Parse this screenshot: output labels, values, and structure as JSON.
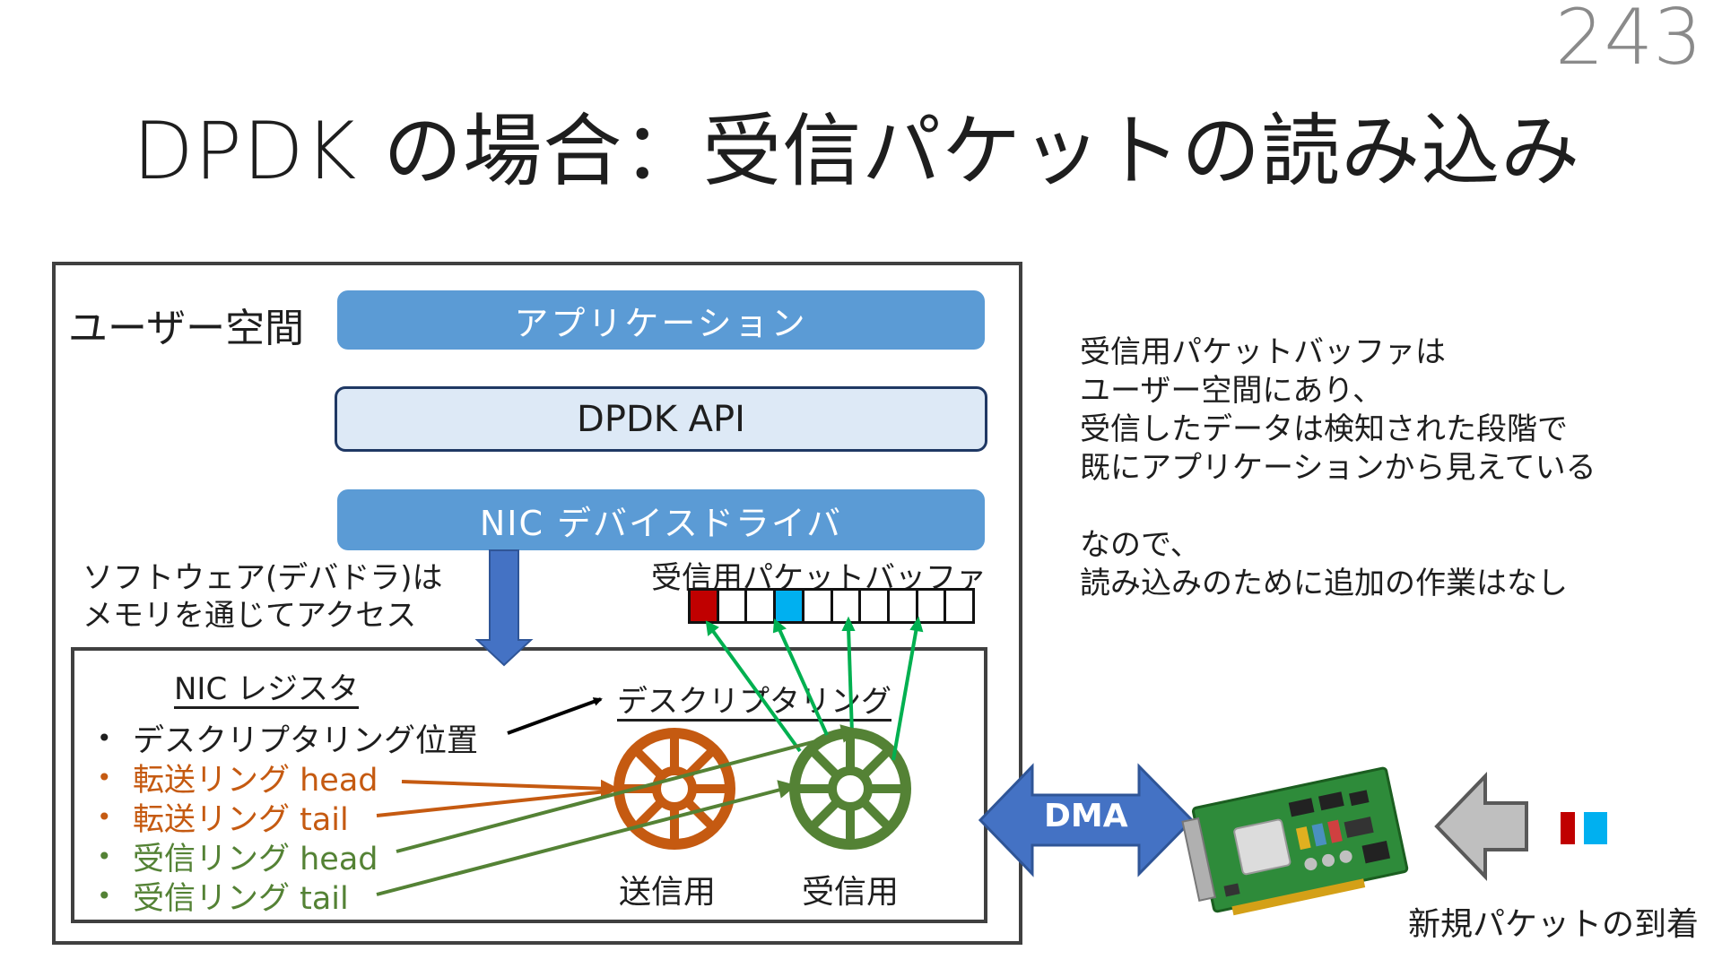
{
  "page_number": "243",
  "title": "DPDK の場合：受信パケットの読み込み",
  "user_space": {
    "label": "ユーザー空間",
    "application_label": "アプリケーション",
    "api_label": "DPDK API",
    "nic_driver_label": "NIC デバイスドライバ"
  },
  "software_note": [
    "ソフトウェア(デバドラ)は",
    "メモリを通じてアクセス"
  ],
  "receive_buffer": {
    "label": "受信用パケットバッファ",
    "cells": [
      "#c00000",
      "#ffffff",
      "#ffffff",
      "#00b0f0",
      "#ffffff",
      "#ffffff",
      "#ffffff",
      "#ffffff",
      "#ffffff",
      "#ffffff"
    ]
  },
  "nic_registers": {
    "heading": "NIC レジスタ",
    "items": [
      {
        "text": "デスクリプタリング位置",
        "color": "#1e1e1e"
      },
      {
        "text": "転送リング head",
        "color": "#c55a11"
      },
      {
        "text": "転送リング tail",
        "color": "#c55a11"
      },
      {
        "text": "受信リング head",
        "color": "#548235"
      },
      {
        "text": "受信リング tail",
        "color": "#548235"
      }
    ]
  },
  "descriptor_ring": {
    "label": "デスクリプタリング",
    "send_label": "送信用",
    "recv_label": "受信用",
    "send_color": "#c55a11",
    "recv_color": "#548235"
  },
  "dma_label": "DMA",
  "explanation": [
    "受信用パケットバッファは",
    "ユーザー空間にあり、",
    "受信したデータは検知された段階で",
    "既にアプリケーションから見えている",
    "",
    "なので、",
    "読み込みのために追加の作業はなし"
  ],
  "arrival": {
    "label": "新規パケットの到着",
    "packet_colors": [
      "#c00000",
      "#00b0f0"
    ]
  },
  "colors": {
    "blue_bar": "#5b9bd5",
    "api_fill": "#dde9f6",
    "dma_blue": "#4472c4",
    "buffer_arrow": "#00b050"
  }
}
